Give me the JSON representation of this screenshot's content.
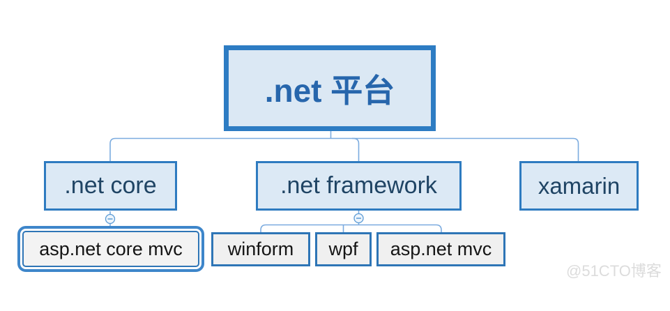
{
  "diagram": {
    "root": {
      "label": ".net 平台"
    },
    "children": [
      {
        "label": ".net core"
      },
      {
        "label": ".net framework"
      },
      {
        "label": "xamarin"
      }
    ],
    "netcore_children": [
      {
        "label": "asp.net core mvc",
        "selected": true
      }
    ],
    "framework_children": [
      {
        "label": "winform"
      },
      {
        "label": "wpf"
      },
      {
        "label": "asp.net mvc"
      }
    ],
    "colors": {
      "node_border": "#2e75b6",
      "root_border": "#2d7cc3",
      "node_fill": "#dce9f5",
      "root_fill": "#dbe8f4",
      "leaf_fill": "#f0f0f0",
      "connector": "#7babdf",
      "root_text": "#2766ac",
      "node_text": "#1f4464",
      "leaf_text": "#151515",
      "selection_ring": "#3e86ca",
      "watermark_text": "#dcdcdc"
    }
  },
  "watermark": {
    "label": "@51CTO博客"
  }
}
